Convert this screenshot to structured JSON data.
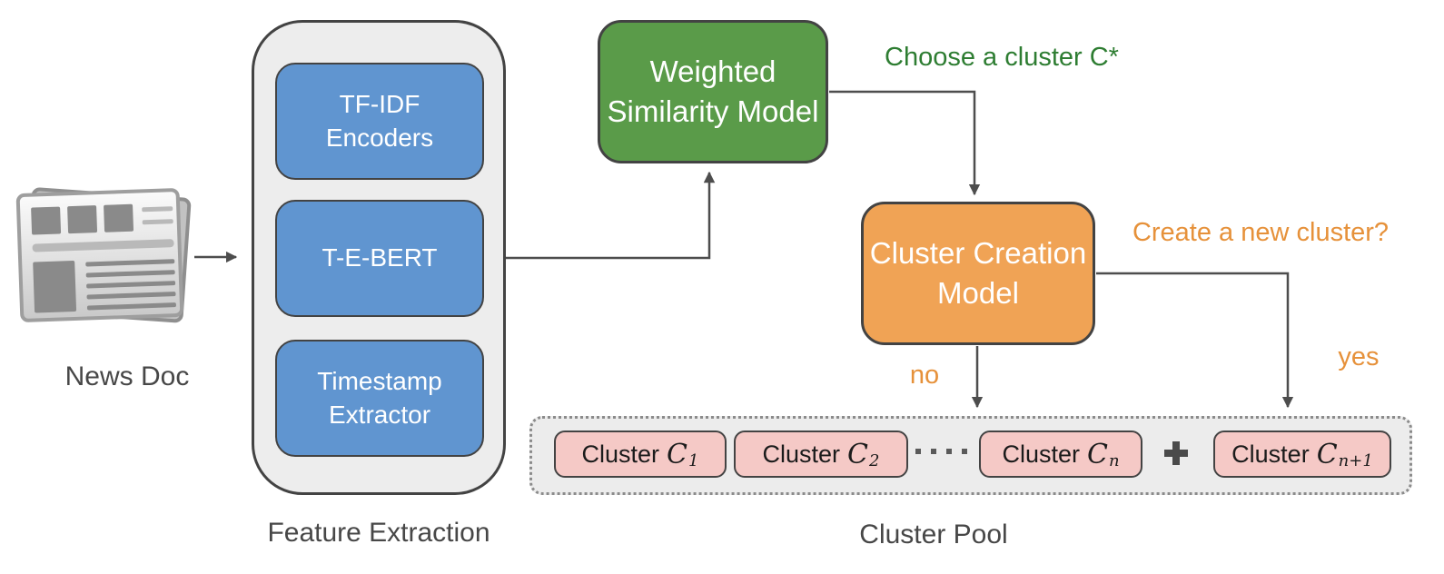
{
  "figure": {
    "nodes": {
      "news_doc": {
        "label": "News Doc",
        "icon": "newspaper-icon"
      },
      "feature_extraction": {
        "label": "Feature Extraction",
        "children": [
          {
            "label": "TF-IDF Encoders"
          },
          {
            "label": "T-E-BERT"
          },
          {
            "label": "Timestamp Extractor"
          }
        ]
      },
      "weighted_similarity_model": {
        "label": "Weighted Similarity Model"
      },
      "cluster_creation_model": {
        "label": "Cluster Creation Model"
      },
      "cluster_pool": {
        "label": "Cluster Pool",
        "clusters": [
          {
            "name": "Cluster",
            "symbol": "C",
            "subscript": "1"
          },
          {
            "name": "Cluster",
            "symbol": "C",
            "subscript": "2"
          },
          {
            "name": "Cluster",
            "symbol": "C",
            "subscript": "n"
          },
          {
            "name": "Cluster",
            "symbol": "C",
            "subscript": "n+1"
          }
        ],
        "ellipsis": "····",
        "plus": "+"
      }
    },
    "edge_labels": {
      "choose_cluster": "Choose a cluster C*",
      "create_new_cluster": "Create a new cluster?",
      "yes": "yes",
      "no": "no"
    },
    "colors": {
      "feature_box_blue": "#6095d0",
      "similarity_green": "#5a9b49",
      "creation_orange": "#f0a355",
      "cluster_pink": "#f5c9c6",
      "green_text": "#2e7d32",
      "orange_text": "#e6913a",
      "container_gray": "#ededed",
      "arrow_gray": "#4d4d4d"
    }
  }
}
